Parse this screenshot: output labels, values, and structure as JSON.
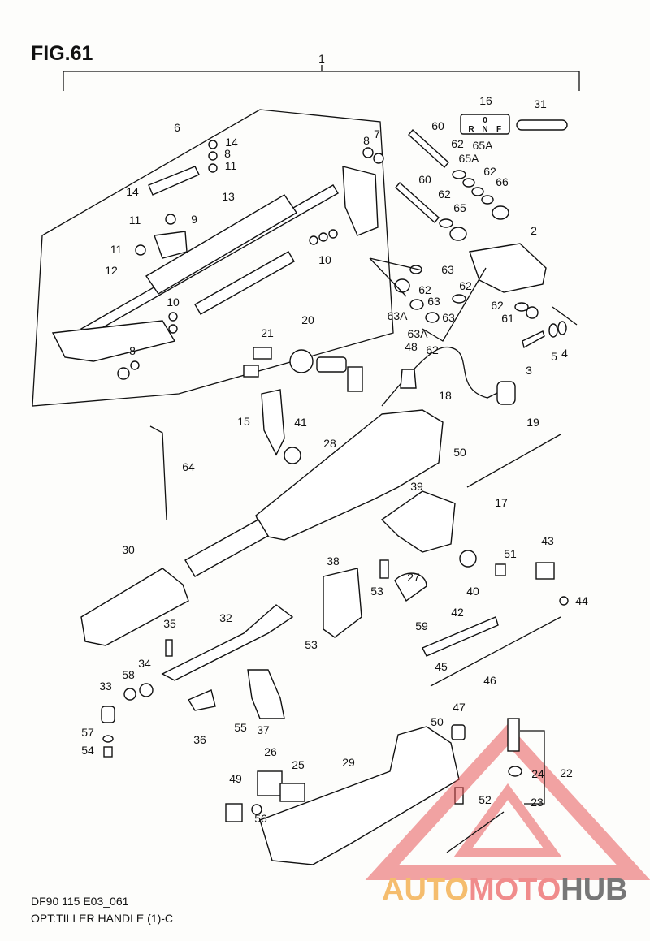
{
  "figure": {
    "title": "FIG.61",
    "code": "DF90 115 E03_061",
    "caption": "OPT:TILLER HANDLE (1)-C"
  },
  "shift_plate": {
    "r": "R",
    "n": "N",
    "f": "F",
    "o": "0"
  },
  "watermark": {
    "part1": "AUTO",
    "part2": "MOTO",
    "part3": "HUB",
    "triangle_color": "#e8585a"
  },
  "callouts": [
    "1",
    "6",
    "14",
    "14",
    "8",
    "8",
    "8",
    "7",
    "11",
    "11",
    "11",
    "13",
    "9",
    "12",
    "10",
    "10",
    "16",
    "31",
    "60",
    "60",
    "62",
    "62",
    "62",
    "62",
    "62",
    "62",
    "62",
    "65A",
    "65A",
    "66",
    "65",
    "2",
    "63",
    "63",
    "63",
    "63A",
    "63A",
    "61",
    "48",
    "3",
    "5",
    "4",
    "20",
    "21",
    "18",
    "19",
    "15",
    "41",
    "28",
    "64",
    "50",
    "50",
    "17",
    "39",
    "43",
    "30",
    "38",
    "51",
    "27",
    "40",
    "44",
    "53",
    "53",
    "42",
    "35",
    "32",
    "59",
    "45",
    "46",
    "34",
    "58",
    "33",
    "37",
    "36",
    "55",
    "57",
    "54",
    "47",
    "26",
    "25",
    "29",
    "49",
    "56",
    "22",
    "24",
    "52",
    "23"
  ]
}
